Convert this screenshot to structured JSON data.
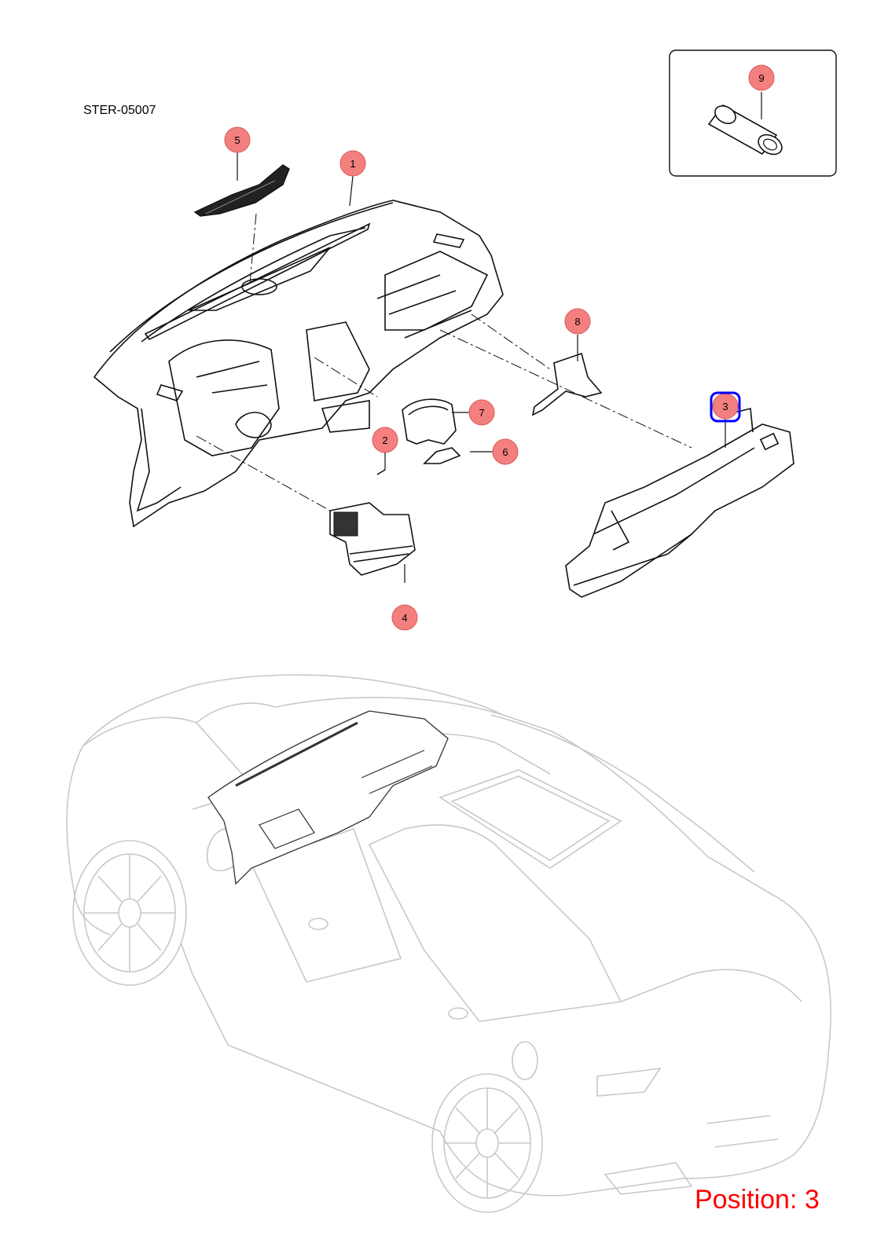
{
  "diagram_code": "STER-05007",
  "position_label": "Position: 3",
  "selected_callout": "3",
  "colors": {
    "callout_fill": "#f47f7f",
    "callout_stroke": "#d95757",
    "highlight": "#0000ff",
    "position_text": "#ff0000",
    "car_outline": "#c8c8c8"
  },
  "callouts": [
    {
      "id": "1",
      "label": "1"
    },
    {
      "id": "2",
      "label": "2"
    },
    {
      "id": "3",
      "label": "3"
    },
    {
      "id": "4",
      "label": "4"
    },
    {
      "id": "5",
      "label": "5"
    },
    {
      "id": "6",
      "label": "6"
    },
    {
      "id": "7",
      "label": "7"
    },
    {
      "id": "8",
      "label": "8"
    },
    {
      "id": "9",
      "label": "9"
    }
  ]
}
